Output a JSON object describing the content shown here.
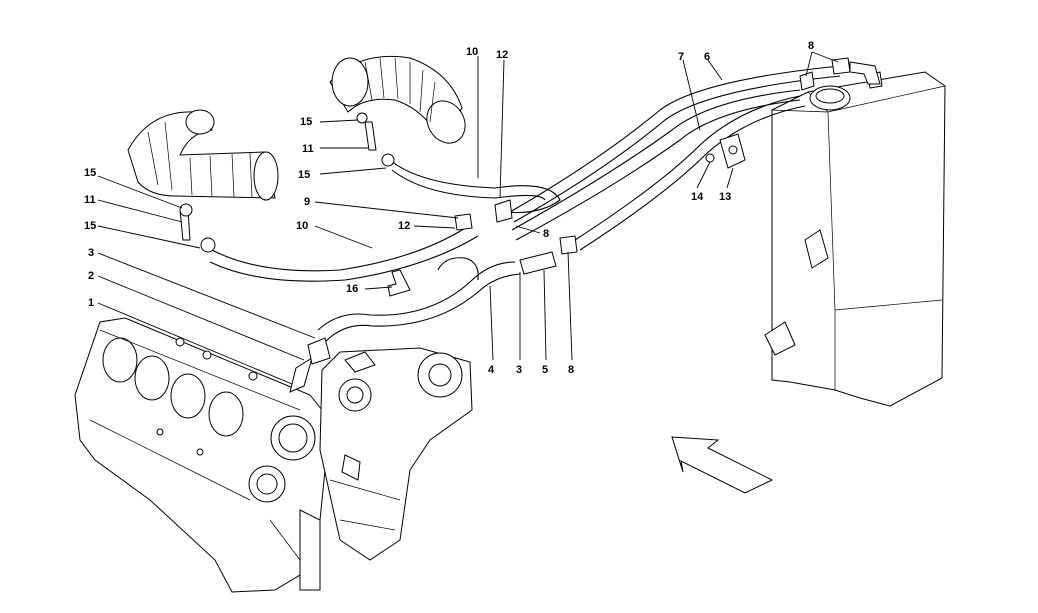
{
  "callouts": {
    "c1": "1",
    "c2": "2",
    "c3a": "3",
    "c3b": "3",
    "c4": "4",
    "c5": "5",
    "c6": "6",
    "c7": "7",
    "c8a": "8",
    "c8b": "8",
    "c8c": "8",
    "c9": "9",
    "c10a": "10",
    "c10b": "10",
    "c11a": "11",
    "c11b": "11",
    "c12a": "12",
    "c12b": "12",
    "c13": "13",
    "c14": "14",
    "c15a": "15",
    "c15b": "15",
    "c15c": "15",
    "c15d": "15",
    "c16": "16"
  }
}
